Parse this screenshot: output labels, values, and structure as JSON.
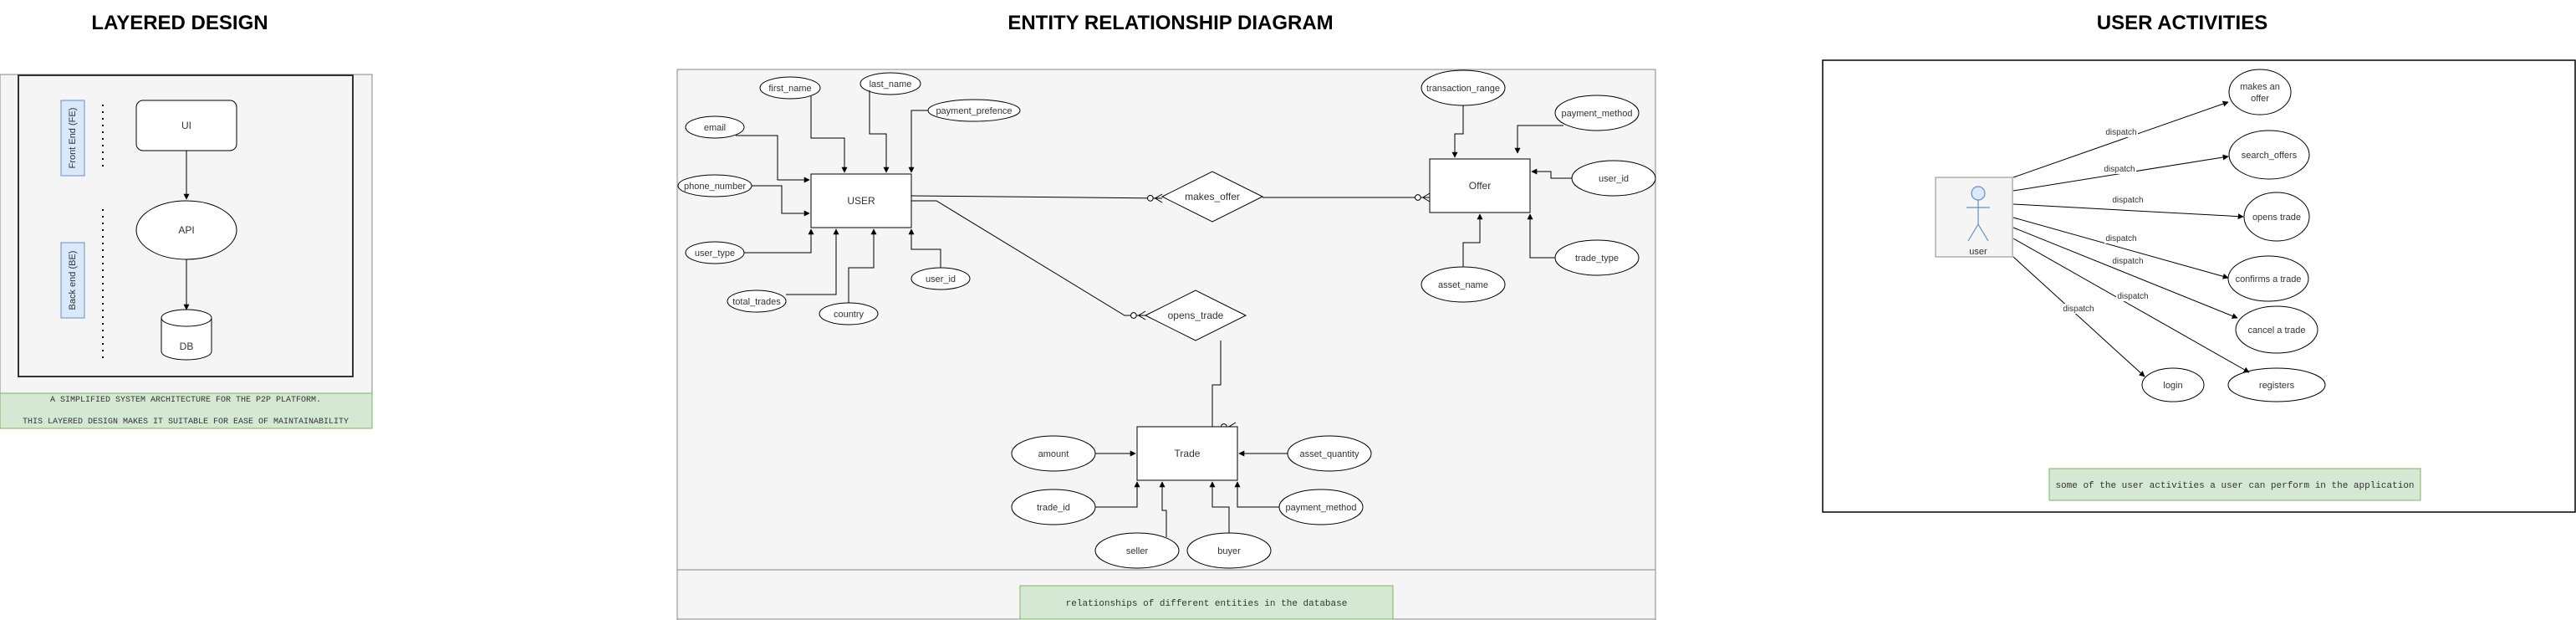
{
  "titles": {
    "layered": "LAYERED DESIGN",
    "erd": "ENTITY RELATIONSHIP DIAGRAM",
    "activities": "USER ACTIVITIES"
  },
  "layered": {
    "front_end": "Front End (FE)",
    "back_end": "Back end (BE)",
    "ui": "UI",
    "api": "API",
    "db": "DB",
    "note_line1": "A SIMPLIFIED SYSTEM ARCHITECTURE FOR THE P2P PLATFORM.",
    "note_line2": "THIS LAYERED DESIGN MAKES IT SUITABLE FOR EASE OF MAINTAINABILITY"
  },
  "erd": {
    "user": "USER",
    "offer": "Offer",
    "trade": "Trade",
    "makes_offer": "makes_offer",
    "opens_trade": "opens_trade",
    "user_attrs": {
      "first_name": "first_name",
      "last_name": "last_name",
      "payment_prefence": "payment_prefence",
      "email": "email",
      "phone_number": "phone_number",
      "user_type": "user_type",
      "total_trades": "total_trades",
      "country": "country",
      "user_id": "user_id"
    },
    "offer_attrs": {
      "transaction_range": "transaction_range",
      "payment_method": "payment_method",
      "user_id": "user_id",
      "trade_type": "trade_type",
      "asset_name": "asset_name"
    },
    "trade_attrs": {
      "amount": "amount",
      "trade_id": "trade_id",
      "seller": "seller",
      "buyer": "buyer",
      "asset_quantity": "asset_quantity",
      "payment_method": "payment_method"
    },
    "note": "relationships of different entities in the database"
  },
  "activities": {
    "actor": "user",
    "edge_label": "dispatch",
    "items": {
      "makes_offer_l1": "makes an",
      "makes_offer_l2": "offer",
      "search_offers": "search_offers",
      "opens_trade": "opens trade",
      "confirms_trade": "confirms a trade",
      "cancel_trade": "cancel a trade",
      "login": "login",
      "registers": "registers"
    },
    "note": "some of the user activities a user can perform in the application"
  }
}
